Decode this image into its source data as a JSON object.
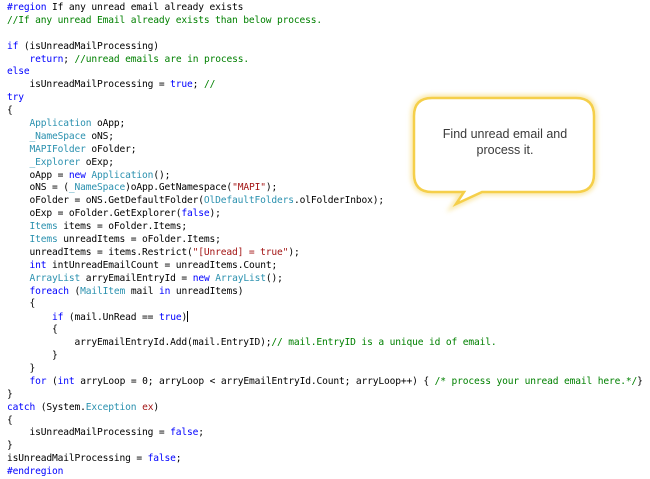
{
  "colors": {
    "keyword": "#0000ff",
    "type": "#2b91af",
    "string": "#a31515",
    "comment": "#008000",
    "plain": "#000000",
    "callout_border": "#f5cf4a",
    "callout_fill": "#ffffff"
  },
  "callout": {
    "line1": "Find unread email and",
    "line2": "process it."
  },
  "code": {
    "lines": [
      [
        [
          "kw",
          "#region"
        ],
        [
          "pl",
          " If any unread email already exists"
        ]
      ],
      [
        [
          "cm",
          "//If any unread Email already exists than below process."
        ]
      ],
      [],
      [
        [
          "kw",
          "if"
        ],
        [
          "pl",
          " (isUnreadMailProcessing)"
        ]
      ],
      [
        [
          "pl",
          "    "
        ],
        [
          "kw",
          "return"
        ],
        [
          "pl",
          "; "
        ],
        [
          "cm",
          "//unread emails are in process."
        ]
      ],
      [
        [
          "kw",
          "else"
        ]
      ],
      [
        [
          "pl",
          "    isUnreadMailProcessing = "
        ],
        [
          "kw",
          "true"
        ],
        [
          "pl",
          "; "
        ],
        [
          "cm",
          "//"
        ]
      ],
      [
        [
          "kw",
          "try"
        ]
      ],
      [
        [
          "pl",
          "{"
        ]
      ],
      [
        [
          "pl",
          "    "
        ],
        [
          "ty",
          "Application"
        ],
        [
          "pl",
          " oApp;"
        ]
      ],
      [
        [
          "pl",
          "    "
        ],
        [
          "ty",
          "_NameSpace"
        ],
        [
          "pl",
          " oNS;"
        ]
      ],
      [
        [
          "pl",
          "    "
        ],
        [
          "ty",
          "MAPIFolder"
        ],
        [
          "pl",
          " oFolder;"
        ]
      ],
      [
        [
          "pl",
          "    "
        ],
        [
          "ty",
          "_Explorer"
        ],
        [
          "pl",
          " oExp;"
        ]
      ],
      [
        [
          "pl",
          "    oApp = "
        ],
        [
          "kw",
          "new"
        ],
        [
          "pl",
          " "
        ],
        [
          "ty",
          "Application"
        ],
        [
          "pl",
          "();"
        ]
      ],
      [
        [
          "pl",
          "    oNS = ("
        ],
        [
          "ty",
          "_NameSpace"
        ],
        [
          "pl",
          ")oApp.GetNamespace("
        ],
        [
          "str",
          "\"MAPI\""
        ],
        [
          "pl",
          ");"
        ]
      ],
      [
        [
          "pl",
          "    oFolder = oNS.GetDefaultFolder("
        ],
        [
          "ty",
          "OlDefaultFolders"
        ],
        [
          "pl",
          ".olFolderInbox);"
        ]
      ],
      [
        [
          "pl",
          "    oExp = oFolder.GetExplorer("
        ],
        [
          "kw",
          "false"
        ],
        [
          "pl",
          ");"
        ]
      ],
      [
        [
          "pl",
          "    "
        ],
        [
          "ty",
          "Items"
        ],
        [
          "pl",
          " items = oFolder.Items;"
        ]
      ],
      [
        [
          "pl",
          "    "
        ],
        [
          "ty",
          "Items"
        ],
        [
          "pl",
          " unreadItems = oFolder.Items;"
        ]
      ],
      [
        [
          "pl",
          "    unreadItems = items.Restrict("
        ],
        [
          "str",
          "\"[Unread] = true\""
        ],
        [
          "pl",
          ");"
        ]
      ],
      [
        [
          "pl",
          "    "
        ],
        [
          "kw",
          "int"
        ],
        [
          "pl",
          " intUnreadEmailCount = unreadItems.Count;"
        ]
      ],
      [
        [
          "pl",
          "    "
        ],
        [
          "ty",
          "ArrayList"
        ],
        [
          "pl",
          " arryEmailEntryId = "
        ],
        [
          "kw",
          "new"
        ],
        [
          "pl",
          " "
        ],
        [
          "ty",
          "ArrayList"
        ],
        [
          "pl",
          "();"
        ]
      ],
      [
        [
          "pl",
          "    "
        ],
        [
          "kw",
          "foreach"
        ],
        [
          "pl",
          " ("
        ],
        [
          "ty",
          "MailItem"
        ],
        [
          "pl",
          " mail "
        ],
        [
          "kw",
          "in"
        ],
        [
          "pl",
          " unreadItems)"
        ]
      ],
      [
        [
          "pl",
          "    {"
        ]
      ],
      [
        [
          "pl",
          "        "
        ],
        [
          "kw",
          "if"
        ],
        [
          "pl",
          " (mail.UnRead == "
        ],
        [
          "kw",
          "true"
        ],
        [
          "pl",
          ")"
        ],
        [
          "caret",
          ""
        ]
      ],
      [
        [
          "pl",
          "        {"
        ]
      ],
      [
        [
          "pl",
          "            arryEmailEntryId.Add(mail.EntryID);"
        ],
        [
          "cm",
          "// mail.EntryID is a unique id of email."
        ]
      ],
      [
        [
          "pl",
          "        }"
        ]
      ],
      [
        [
          "pl",
          "    }"
        ]
      ],
      [
        [
          "pl",
          "    "
        ],
        [
          "kw",
          "for"
        ],
        [
          "pl",
          " ("
        ],
        [
          "kw",
          "int"
        ],
        [
          "pl",
          " arryLoop = 0; arryLoop < arryEmailEntryId.Count; arryLoop++) { "
        ],
        [
          "cm",
          "/* process your unread email here.*/"
        ],
        [
          "pl",
          "}"
        ]
      ],
      [
        [
          "pl",
          "}"
        ]
      ],
      [
        [
          "kw",
          "catch"
        ],
        [
          "pl",
          " (System."
        ],
        [
          "ty",
          "Exception"
        ],
        [
          "pl",
          " "
        ],
        [
          "str",
          "ex"
        ],
        [
          "pl",
          ")"
        ]
      ],
      [
        [
          "pl",
          "{"
        ]
      ],
      [
        [
          "pl",
          "    isUnreadMailProcessing = "
        ],
        [
          "kw",
          "false"
        ],
        [
          "pl",
          ";"
        ]
      ],
      [
        [
          "pl",
          "}"
        ]
      ],
      [
        [
          "pl",
          "isUnreadMailProcessing = "
        ],
        [
          "kw",
          "false"
        ],
        [
          "pl",
          ";"
        ]
      ],
      [
        [
          "kw",
          "#endregion"
        ]
      ]
    ]
  }
}
